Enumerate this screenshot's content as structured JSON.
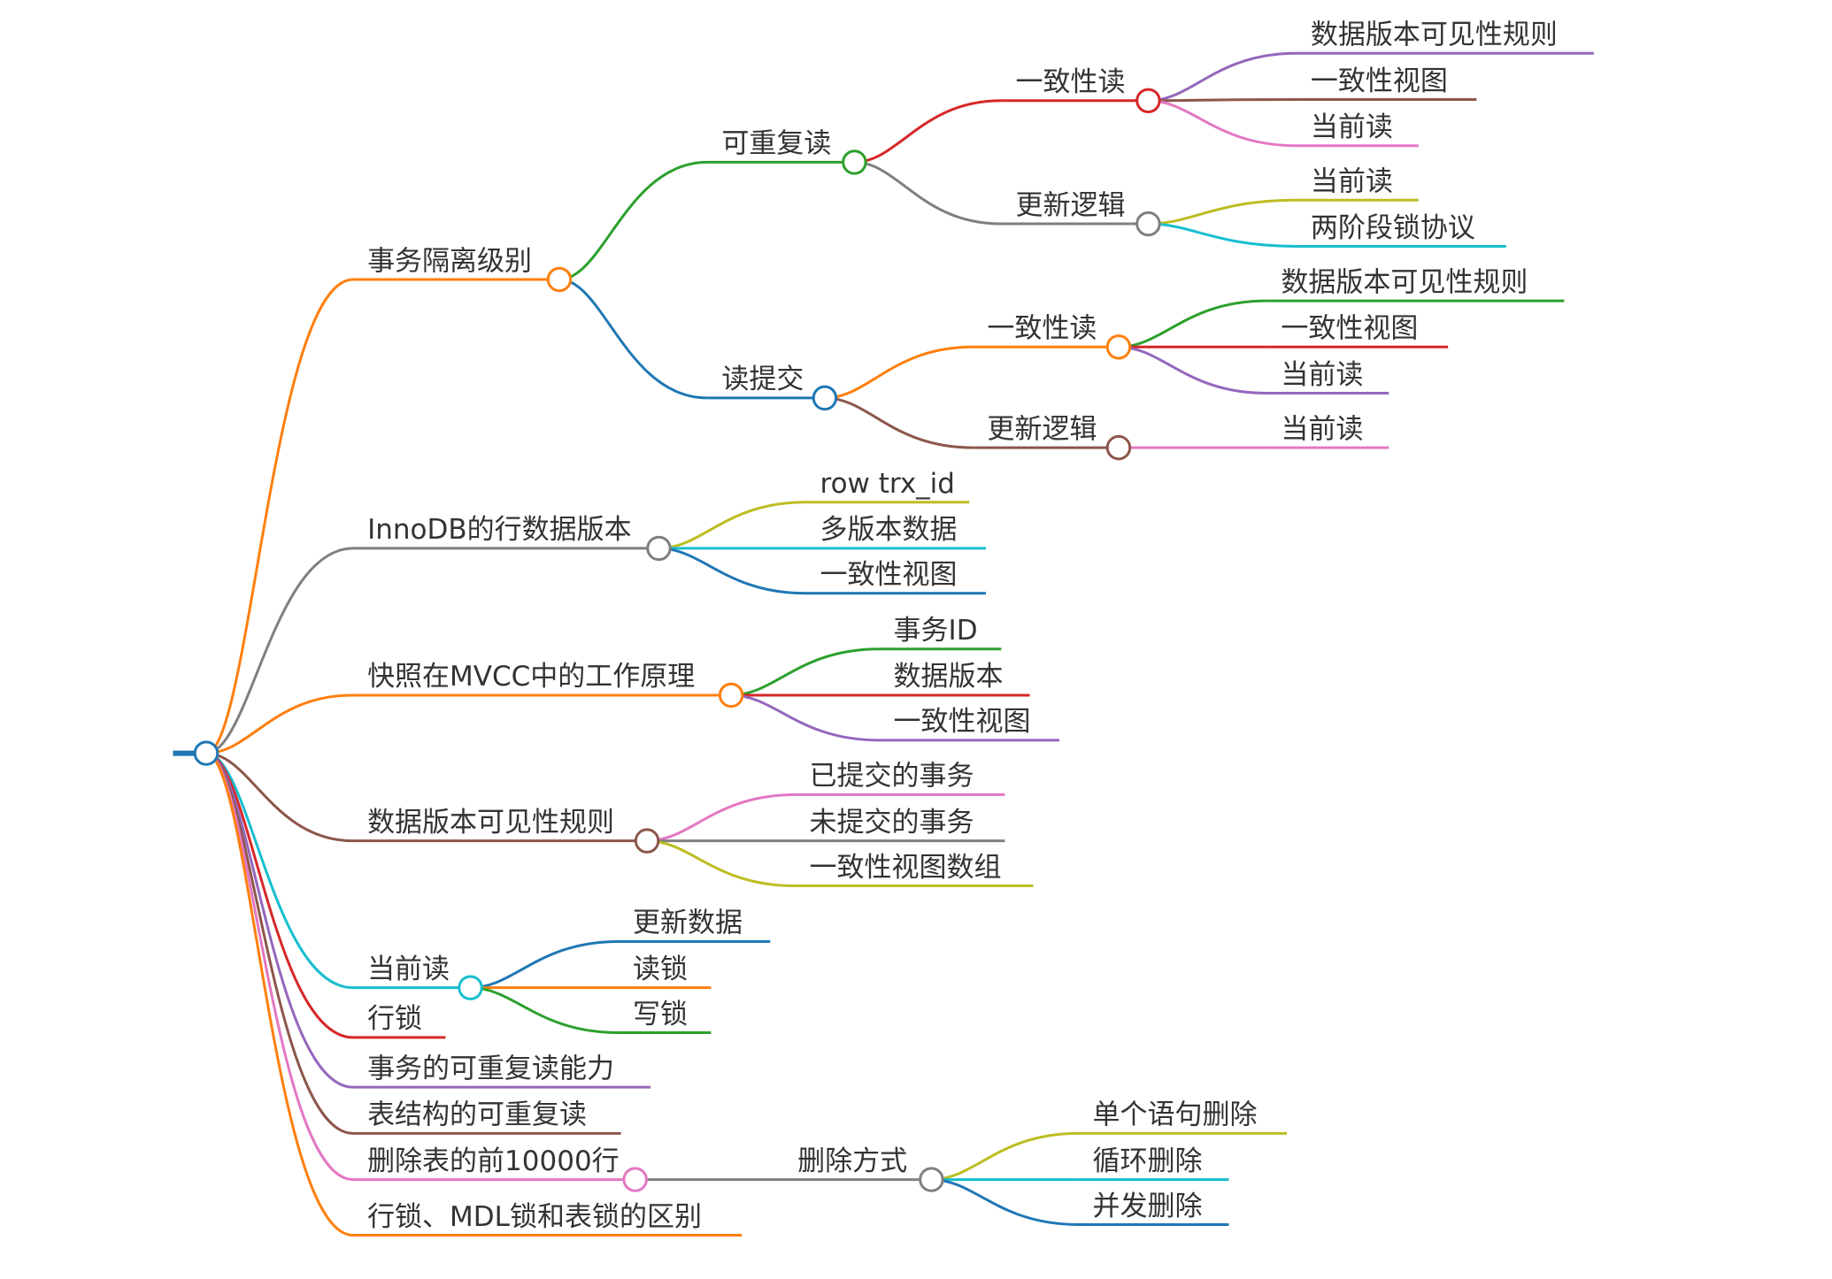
{
  "root": {
    "color": "#1f77b4"
  },
  "nodes": [
    {
      "id": "n1",
      "label": "事务隔离级别",
      "color": "#ff7f0e",
      "children": [
        {
          "id": "n1a",
          "label": "可重复读",
          "color": "#2ca02c",
          "children": [
            {
              "id": "n1a1",
              "label": "一致性读",
              "color": "#d62728",
              "children": [
                {
                  "id": "n1a1a",
                  "label": "数据版本可见性规则",
                  "color": "#9467bd"
                },
                {
                  "id": "n1a1b",
                  "label": "一致性视图",
                  "color": "#8c564b"
                },
                {
                  "id": "n1a1c",
                  "label": "当前读",
                  "color": "#e377c2"
                }
              ]
            },
            {
              "id": "n1a2",
              "label": "更新逻辑",
              "color": "#7f7f7f",
              "children": [
                {
                  "id": "n1a2a",
                  "label": "当前读",
                  "color": "#bcbd22"
                },
                {
                  "id": "n1a2b",
                  "label": "两阶段锁协议",
                  "color": "#17becf"
                }
              ]
            }
          ]
        },
        {
          "id": "n1b",
          "label": "读提交",
          "color": "#1f77b4",
          "children": [
            {
              "id": "n1b1",
              "label": "一致性读",
              "color": "#ff7f0e",
              "children": [
                {
                  "id": "n1b1a",
                  "label": "数据版本可见性规则",
                  "color": "#2ca02c"
                },
                {
                  "id": "n1b1b",
                  "label": "一致性视图",
                  "color": "#d62728"
                },
                {
                  "id": "n1b1c",
                  "label": "当前读",
                  "color": "#9467bd"
                }
              ]
            },
            {
              "id": "n1b2",
              "label": "更新逻辑",
              "color": "#8c564b",
              "children": [
                {
                  "id": "n1b2a",
                  "label": "当前读",
                  "color": "#e377c2"
                }
              ]
            }
          ]
        }
      ]
    },
    {
      "id": "n2",
      "label": "InnoDB的行数据版本",
      "color": "#7f7f7f",
      "children": [
        {
          "id": "n2a",
          "label": "row trx_id",
          "color": "#bcbd22"
        },
        {
          "id": "n2b",
          "label": "多版本数据",
          "color": "#17becf"
        },
        {
          "id": "n2c",
          "label": "一致性视图",
          "color": "#1f77b4"
        }
      ]
    },
    {
      "id": "n3",
      "label": "快照在MVCC中的工作原理",
      "color": "#ff7f0e",
      "children": [
        {
          "id": "n3a",
          "label": "事务ID",
          "color": "#2ca02c"
        },
        {
          "id": "n3b",
          "label": "数据版本",
          "color": "#d62728"
        },
        {
          "id": "n3c",
          "label": "一致性视图",
          "color": "#9467bd"
        }
      ]
    },
    {
      "id": "n4",
      "label": "数据版本可见性规则",
      "color": "#8c564b",
      "children": [
        {
          "id": "n4a",
          "label": "已提交的事务",
          "color": "#e377c2"
        },
        {
          "id": "n4b",
          "label": "未提交的事务",
          "color": "#7f7f7f"
        },
        {
          "id": "n4c",
          "label": "一致性视图数组",
          "color": "#bcbd22"
        }
      ]
    },
    {
      "id": "n5",
      "label": "当前读",
      "color": "#17becf",
      "children": [
        {
          "id": "n5a",
          "label": "更新数据",
          "color": "#1f77b4"
        },
        {
          "id": "n5b",
          "label": "读锁",
          "color": "#ff7f0e"
        },
        {
          "id": "n5c",
          "label": "写锁",
          "color": "#2ca02c"
        }
      ]
    },
    {
      "id": "n6",
      "label": "行锁",
      "color": "#d62728"
    },
    {
      "id": "n7",
      "label": "事务的可重复读能力",
      "color": "#9467bd"
    },
    {
      "id": "n8",
      "label": "表结构的可重复读",
      "color": "#8c564b"
    },
    {
      "id": "n9",
      "label": "删除表的前10000行",
      "color": "#e377c2",
      "children": [
        {
          "id": "n9a",
          "label": "删除方式",
          "color": "#7f7f7f",
          "children": [
            {
              "id": "n9a1",
              "label": "单个语句删除",
              "color": "#bcbd22"
            },
            {
              "id": "n9a2",
              "label": "循环删除",
              "color": "#17becf"
            },
            {
              "id": "n9a3",
              "label": "并发删除",
              "color": "#1f77b4"
            }
          ]
        }
      ]
    },
    {
      "id": "n10",
      "label": "行锁、MDL锁和表锁的区别",
      "color": "#ff7f0e"
    }
  ]
}
